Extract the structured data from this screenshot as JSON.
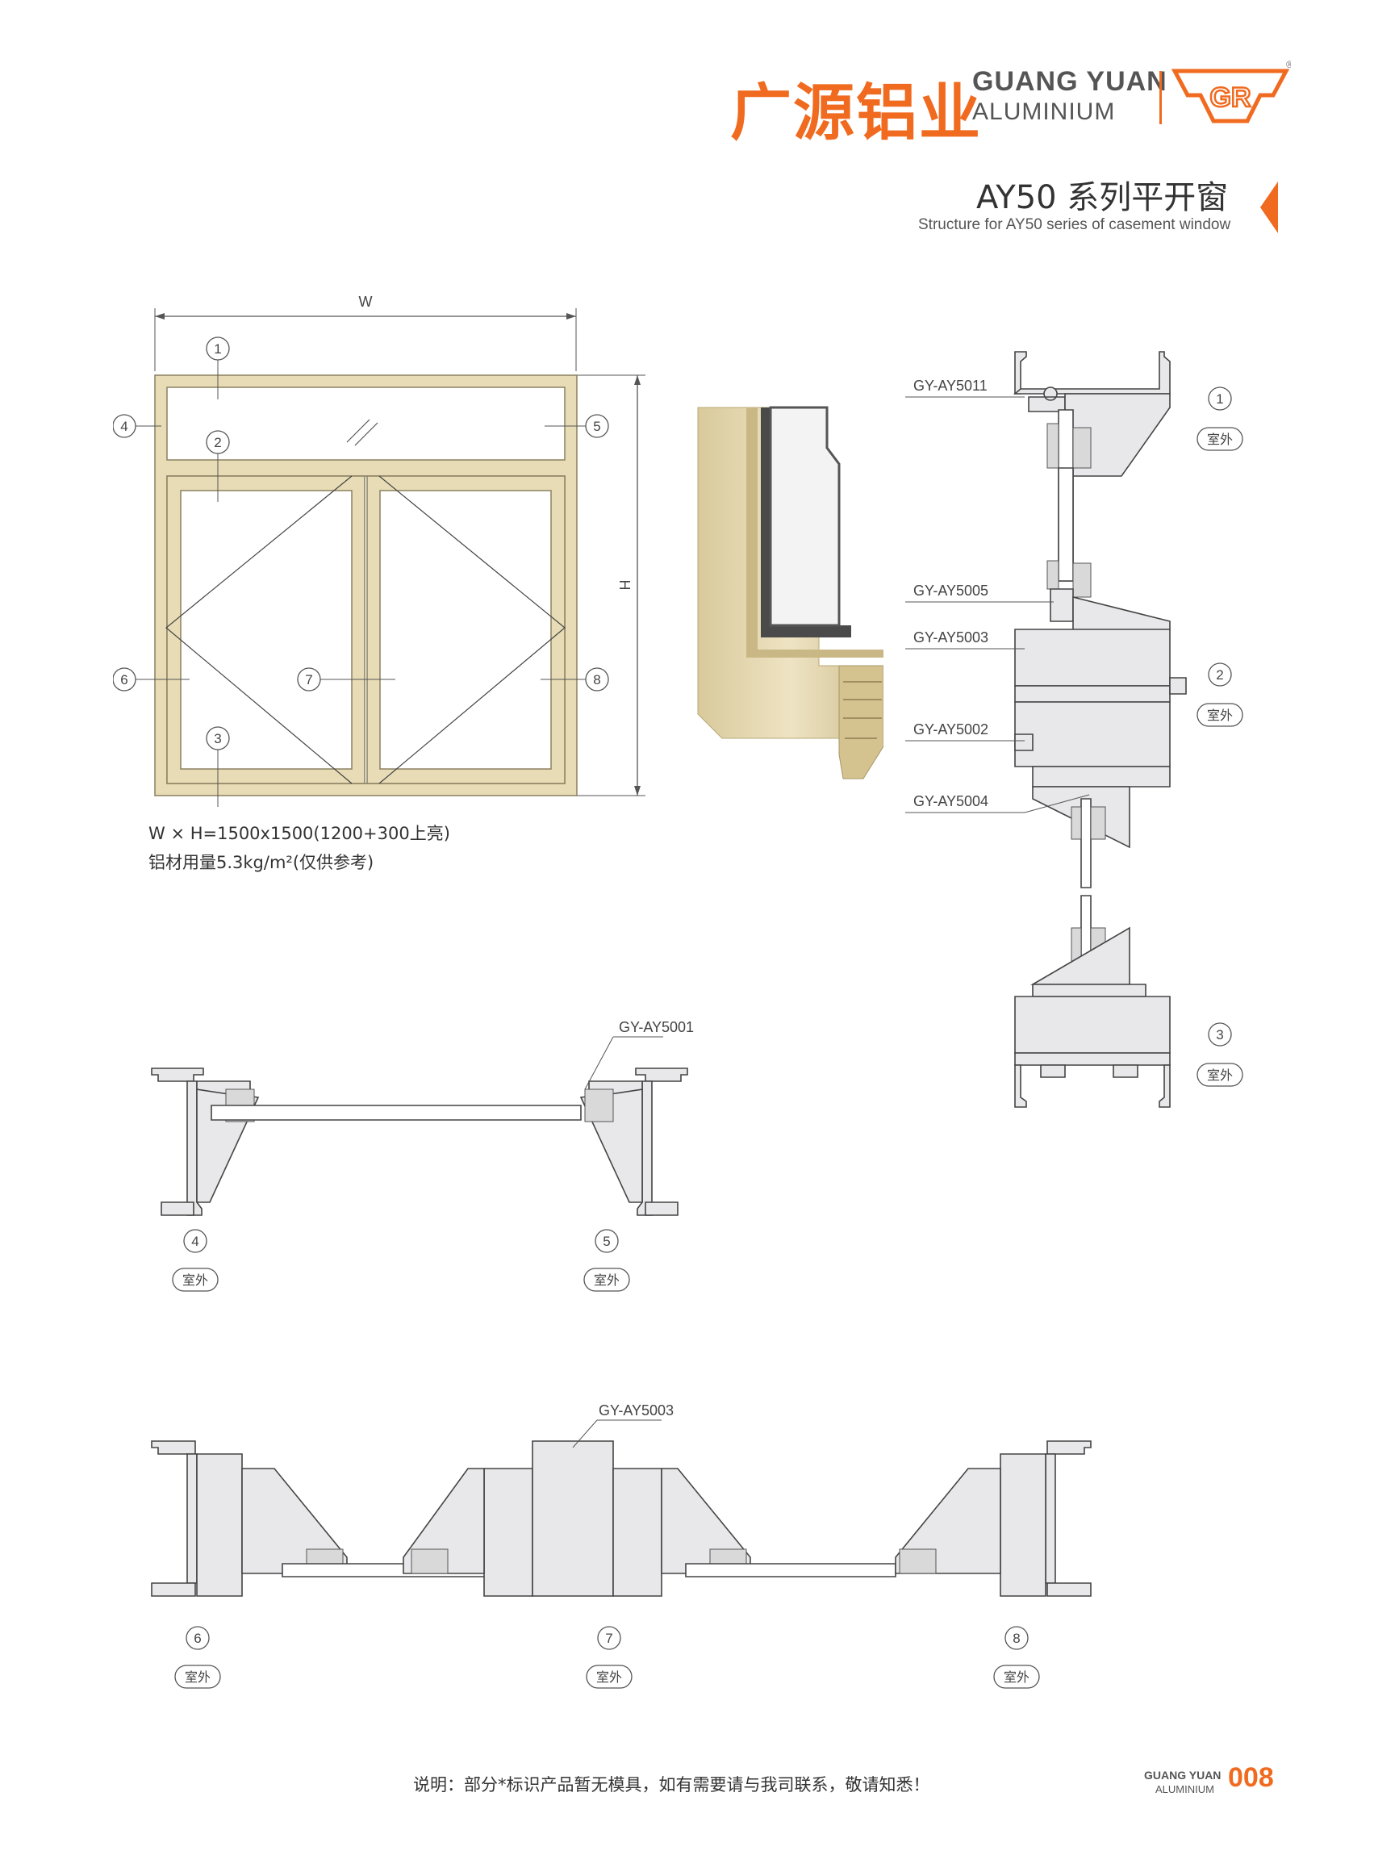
{
  "header": {
    "brand_cn": "广源铝业",
    "brand_en_1": "GUANG YUAN",
    "brand_en_2": "ALUMINIUM",
    "logo_text": "GR",
    "registered_mark": "®",
    "title_cn": "AY50 系列平开窗",
    "title_en": "Structure for AY50 series of casement window"
  },
  "elevation": {
    "width_label": "W",
    "height_label": "H",
    "markers": [
      "1",
      "2",
      "3",
      "4",
      "5",
      "6",
      "7",
      "8"
    ],
    "spec_size": "W × H=1500x1500(1200+300上亮)",
    "spec_usage": "铝材用量5.3kg/m²(仅供参考)"
  },
  "vertical_section": {
    "parts": [
      "GY-AY5011",
      "GY-AY5005",
      "GY-AY5003",
      "GY-AY5002",
      "GY-AY5004"
    ],
    "markers": [
      "1",
      "2",
      "3"
    ],
    "outside_label": "室外"
  },
  "section_4_5": {
    "part": "GY-AY5001",
    "markers": [
      "4",
      "5"
    ],
    "outside_label": "室外"
  },
  "section_6_8": {
    "part": "GY-AY5003",
    "markers": [
      "6",
      "7",
      "8"
    ],
    "outside_label": "室外"
  },
  "footer": {
    "note": "说明：部分*标识产品暂无模具，如有需要请与我司联系，敬请知悉！",
    "brand_1": "GUANG YUAN",
    "brand_2": "ALUMINIUM",
    "page_number": "008"
  },
  "colors": {
    "brand_orange": "#f06a1f",
    "frame_beige": "#e8dcb6",
    "profile_grey": "#e8e8ea"
  }
}
